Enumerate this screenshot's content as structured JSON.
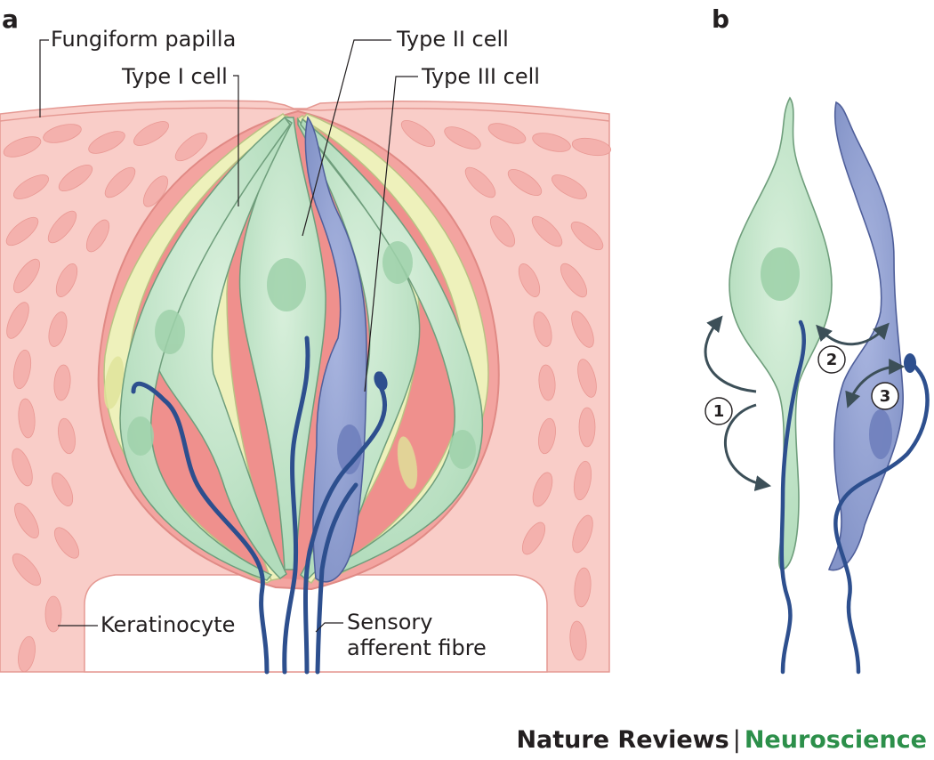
{
  "panels": {
    "a": "a",
    "b": "b"
  },
  "labels": {
    "fungiform_papilla": "Fungiform papilla",
    "type1": "Type I cell",
    "type2": "Type II cell",
    "type3": "Type III cell",
    "keratinocyte": "Keratinocyte",
    "sensory1": "Sensory",
    "sensory2": "afferent fibre"
  },
  "steps": [
    "1",
    "2",
    "3"
  ],
  "footer": {
    "journal": "Nature Reviews",
    "separator": "|",
    "section": "Neuroscience"
  },
  "colors": {
    "tissue": "#f7c5c0",
    "tissue_cell": "#f3aaa8",
    "bud_core": "#f0908c",
    "type1": "#eef0b8",
    "type2": "#bfe3c7",
    "type3": "#8d9ccd",
    "nerve": "#2d4f8e",
    "arrow": "#3c4f58",
    "journal_accent": "#2c8f4a"
  }
}
